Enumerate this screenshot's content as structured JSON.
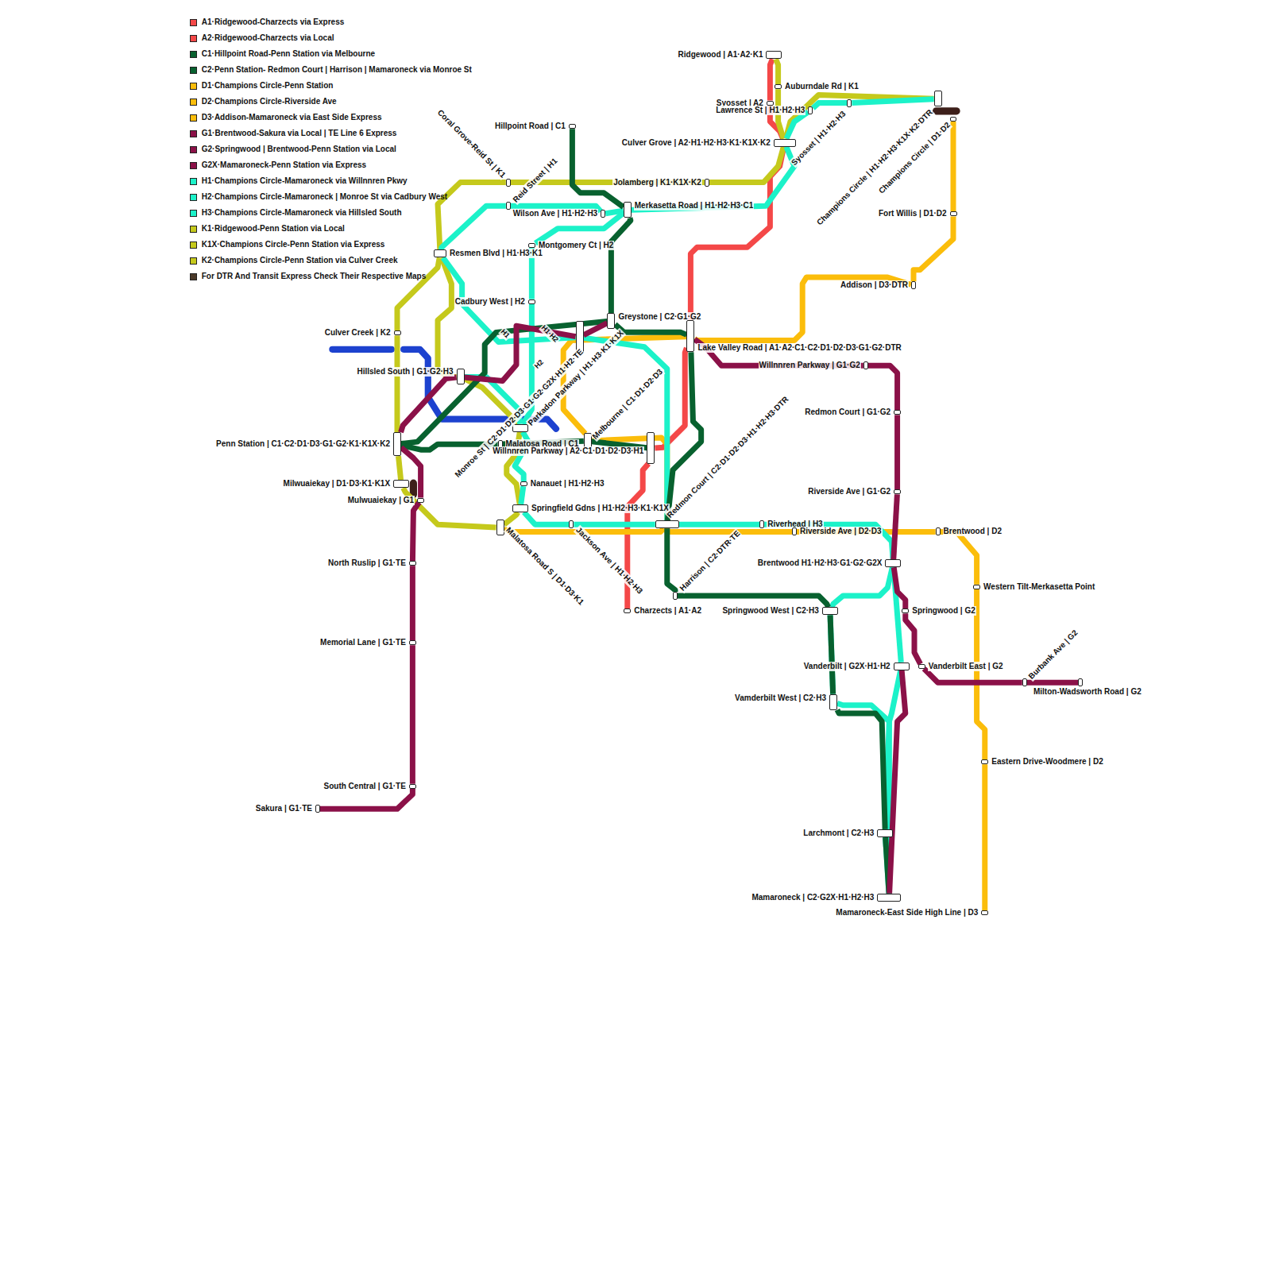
{
  "diagram": {
    "nodes": [
      {
        "text": [
          "Ridgewood | A1·A2·K1"
        ]
      },
      {
        "text": [
          "Auburndale Rd | K1"
        ]
      },
      {
        "text": [
          "Syosset | A2"
        ]
      },
      {
        "text": [
          "Lawrence St | H1·H2·H3"
        ]
      },
      {
        "text": [
          "Syosset | H1·H2·H3"
        ]
      },
      {
        "text": [
          "Champions Circle | H1·H2·H3·K1X·K2·DTR"
        ]
      },
      {
        "text": [
          "Champions Circle | D1·D2"
        ]
      },
      {
        "text": [
          "Fort Willis | D1·D2"
        ]
      },
      {
        "text": [
          "Addison | D3·DTR"
        ]
      },
      {
        "text": [
          "Hillpoint Road | C1"
        ]
      },
      {
        "text": [
          "Coral Grove-Reid St | K1"
        ]
      },
      {
        "text": [
          "Reid Street | H1"
        ]
      },
      {
        "text": [
          "Culver Grove | A2·H1·H2·H3·K1·K1X·K2"
        ]
      },
      {
        "text": [
          "Jolamberg | K1·K1X·K2"
        ]
      },
      {
        "text": [
          "Wilson Ave | H1·H2·H3"
        ]
      },
      {
        "text": [
          "Merkasetta Road | H1·H2·H3·C1"
        ]
      },
      {
        "text": [
          "Montgomery Ct | H2"
        ]
      },
      {
        "text": [
          "Resmen Blvd | H1·H3·K1"
        ]
      },
      {
        "text": [
          "Cadbury West | H2"
        ]
      },
      {
        "text": [
          "Greystone | C2·G1·G2"
        ]
      },
      {
        "text": [
          "Culver Creek | K2"
        ]
      },
      {
        "text": [
          "Lake Valley Road | A1·A2·C1·C2·D1·D2·D3·G1·G2·DTR"
        ]
      },
      {
        "text": [
          "Willnnren Parkway | G1·G2"
        ]
      },
      {
        "text": [
          "Hillsled South | G1·G2·H3"
        ]
      },
      {
        "text": [
          "Parkadon Parkway | H1·H3·K1·K1X"
        ]
      },
      {
        "text": [
          "Redmon Court | G1·G2"
        ]
      },
      {
        "text": [
          "Melbourne | C1·D1·D2·D3"
        ]
      },
      {
        "text": [
          "Malatosa Road | C1"
        ]
      },
      {
        "text": [
          "Willnnren Parkway | A2·C1·D1·D2·D3·H1"
        ]
      },
      {
        "text": [
          "Penn Station | C1·C2·D1·D3·G1·G2·K1·K1X·K2"
        ]
      },
      {
        "text": [
          "Monroe St | C2·D1·D2·D3·G1·G2·G2X·H1·H2·TE"
        ]
      },
      {
        "text": [
          "Nanauet | H1·H2·H3"
        ]
      },
      {
        "text": [
          "Milwuaiekay | D1·D3·K1·K1X"
        ]
      },
      {
        "text": [
          "Mulwuaiekay | G1"
        ]
      },
      {
        "text": [
          "Riverside Ave | G1·G2"
        ]
      },
      {
        "text": [
          "Springfield Gdns | H1·H2·H3·K1·K1X"
        ]
      },
      {
        "text": [
          "Redmon Court | C2·D1·D2·D3·H1·H2·H3·DTR"
        ]
      },
      {
        "text": [
          "Riverhead | H3"
        ]
      },
      {
        "text": [
          "Riverside Ave | D2·D3"
        ]
      },
      {
        "text": [
          "Brentwood | D2"
        ]
      },
      {
        "text": [
          "Malatosa Road S | D1·D3·K1"
        ]
      },
      {
        "text": [
          "Jackson Ave | H1·H2·H3"
        ]
      },
      {
        "text": [
          "Harrison | C2·DTR·TE"
        ]
      },
      {
        "text": [
          "Brentwood H1·H2·H3·G1·G2·G2X"
        ]
      },
      {
        "text": [
          "Western Tilt-Merkasetta Point"
        ]
      },
      {
        "text": [
          "North Ruslip | G1·TE"
        ]
      },
      {
        "text": [
          "Charzects | A1·A2"
        ]
      },
      {
        "text": [
          "Springwood West | C2·H3"
        ]
      },
      {
        "text": [
          "Springwood | G2"
        ]
      },
      {
        "text": [
          "Memorial Lane | G1·TE"
        ]
      },
      {
        "text": [
          "Vanderbilt | G2X·H1·H2"
        ]
      },
      {
        "text": [
          "Vanderbilt East | G2"
        ]
      },
      {
        "text": [
          "Burbank Ave | G2"
        ]
      },
      {
        "text": [
          "Milton-Wadsworth Road | G2"
        ]
      },
      {
        "text": [
          "Vamderbilt West | C2·H3"
        ]
      },
      {
        "text": [
          "Eastern Drive-Woodmere | D2"
        ]
      },
      {
        "text": [
          "South Central | G1·TE"
        ]
      },
      {
        "text": [
          "Sakura | G1·TE"
        ]
      },
      {
        "text": [
          "Larchmont | C2·H3"
        ]
      },
      {
        "text": [
          "Mamaroneck | C2·G2X·H1·H2·H3"
        ]
      },
      {
        "text": [
          "Mamaroneck-East Side High Line | D3"
        ]
      }
    ],
    "edges": [
      {
        "from": 0,
        "to": 2,
        "arrow": "none"
      },
      {
        "from": 2,
        "to": 12,
        "arrow": "none"
      },
      {
        "from": 12,
        "to": 21,
        "arrow": "none"
      },
      {
        "from": 21,
        "to": 28,
        "arrow": "none"
      },
      {
        "from": 28,
        "to": 46,
        "arrow": "none"
      },
      {
        "from": 0,
        "to": 1,
        "arrow": "none"
      },
      {
        "from": 1,
        "to": 12,
        "arrow": "none"
      },
      {
        "from": 5,
        "to": 12,
        "arrow": "none"
      },
      {
        "from": 12,
        "to": 13,
        "arrow": "none"
      },
      {
        "from": 13,
        "to": 10,
        "arrow": "none"
      },
      {
        "from": 10,
        "to": 17,
        "arrow": "none"
      },
      {
        "from": 17,
        "to": 20,
        "arrow": "none"
      },
      {
        "from": 20,
        "to": 29,
        "arrow": "none"
      },
      {
        "from": 17,
        "to": 23,
        "arrow": "none"
      },
      {
        "from": 23,
        "to": 30,
        "arrow": "none"
      },
      {
        "from": 30,
        "to": 35,
        "arrow": "none"
      },
      {
        "from": 35,
        "to": 40,
        "arrow": "none"
      },
      {
        "from": 40,
        "to": 32,
        "arrow": "none"
      },
      {
        "from": 32,
        "to": 29,
        "arrow": "none"
      },
      {
        "from": 6,
        "to": 7,
        "arrow": "none"
      },
      {
        "from": 7,
        "to": 8,
        "arrow": "none"
      },
      {
        "from": 8,
        "to": 21,
        "arrow": "none"
      },
      {
        "from": 21,
        "to": 26,
        "arrow": "none"
      },
      {
        "from": 26,
        "to": 36,
        "arrow": "none"
      },
      {
        "from": 36,
        "to": 38,
        "arrow": "none"
      },
      {
        "from": 38,
        "to": 39,
        "arrow": "none"
      },
      {
        "from": 39,
        "to": 44,
        "arrow": "none"
      },
      {
        "from": 44,
        "to": 55,
        "arrow": "none"
      },
      {
        "from": 55,
        "to": 60,
        "arrow": "none"
      },
      {
        "from": 36,
        "to": 40,
        "arrow": "none"
      },
      {
        "from": 5,
        "to": 4,
        "arrow": "none"
      },
      {
        "from": 4,
        "to": 3,
        "arrow": "none"
      },
      {
        "from": 3,
        "to": 12,
        "arrow": "none"
      },
      {
        "from": 12,
        "to": 15,
        "arrow": "none"
      },
      {
        "from": 15,
        "to": 14,
        "arrow": "none"
      },
      {
        "from": 14,
        "to": 11,
        "arrow": "none"
      },
      {
        "from": 11,
        "to": 17,
        "arrow": "none"
      },
      {
        "from": 15,
        "to": 16,
        "arrow": "none"
      },
      {
        "from": 16,
        "to": 18,
        "arrow": "none"
      },
      {
        "from": 18,
        "to": 30,
        "arrow": "none"
      },
      {
        "from": 23,
        "to": 30,
        "arrow": "none"
      },
      {
        "from": 17,
        "to": 24,
        "arrow": "none"
      },
      {
        "from": 24,
        "to": 36,
        "arrow": "none"
      },
      {
        "from": 36,
        "to": 37,
        "arrow": "none"
      },
      {
        "from": 37,
        "to": 43,
        "arrow": "none"
      },
      {
        "from": 43,
        "to": 50,
        "arrow": "none"
      },
      {
        "from": 50,
        "to": 59,
        "arrow": "none"
      },
      {
        "from": 43,
        "to": 47,
        "arrow": "none"
      },
      {
        "from": 47,
        "to": 54,
        "arrow": "none"
      },
      {
        "from": 54,
        "to": 58,
        "arrow": "none"
      },
      {
        "from": 58,
        "to": 59,
        "arrow": "none"
      },
      {
        "from": 30,
        "to": 31,
        "arrow": "none"
      },
      {
        "from": 31,
        "to": 35,
        "arrow": "none"
      },
      {
        "from": 35,
        "to": 41,
        "arrow": "none"
      },
      {
        "from": 41,
        "to": 36,
        "arrow": "none"
      },
      {
        "from": 9,
        "to": 15,
        "arrow": "none"
      },
      {
        "from": 15,
        "to": 19,
        "arrow": "none"
      },
      {
        "from": 19,
        "to": 21,
        "arrow": "none"
      },
      {
        "from": 21,
        "to": 36,
        "arrow": "none"
      },
      {
        "from": 36,
        "to": 42,
        "arrow": "none"
      },
      {
        "from": 42,
        "to": 47,
        "arrow": "none"
      },
      {
        "from": 47,
        "to": 54,
        "arrow": "none"
      },
      {
        "from": 54,
        "to": 58,
        "arrow": "none"
      },
      {
        "from": 58,
        "to": 59,
        "arrow": "none"
      },
      {
        "from": 19,
        "to": 29,
        "arrow": "none"
      },
      {
        "from": 29,
        "to": 27,
        "arrow": "none"
      },
      {
        "from": 27,
        "to": 26,
        "arrow": "none"
      },
      {
        "from": 26,
        "to": 28,
        "arrow": "none"
      },
      {
        "from": 21,
        "to": 22,
        "arrow": "none"
      },
      {
        "from": 22,
        "to": 25,
        "arrow": "none"
      },
      {
        "from": 25,
        "to": 34,
        "arrow": "none"
      },
      {
        "from": 34,
        "to": 43,
        "arrow": "none"
      },
      {
        "from": 43,
        "to": 48,
        "arrow": "none"
      },
      {
        "from": 48,
        "to": 51,
        "arrow": "none"
      },
      {
        "from": 51,
        "to": 52,
        "arrow": "none"
      },
      {
        "from": 52,
        "to": 53,
        "arrow": "none"
      },
      {
        "from": 50,
        "to": 59,
        "arrow": "none"
      },
      {
        "from": 19,
        "to": 24,
        "arrow": "none"
      },
      {
        "from": 24,
        "to": 23,
        "arrow": "none"
      },
      {
        "from": 23,
        "to": 29,
        "arrow": "none"
      },
      {
        "from": 29,
        "to": 33,
        "arrow": "none"
      },
      {
        "from": 33,
        "to": 45,
        "arrow": "none"
      },
      {
        "from": 45,
        "to": 49,
        "arrow": "none"
      },
      {
        "from": 49,
        "to": 56,
        "arrow": "none"
      },
      {
        "from": 56,
        "to": 57,
        "arrow": "none"
      }
    ],
    "labels": [
      "H1",
      "H1·H2",
      "H2"
    ],
    "legend": [
      {
        "text": "A1·Ridgewood-Charzects via Express",
        "color": "#f44848"
      },
      {
        "text": "A2·Ridgewood-Charzects via Local",
        "color": "#f44848"
      },
      {
        "text": "C1·Hillpoint Road-Penn Station via Melbourne",
        "color": "#08612f"
      },
      {
        "text": "C2·Penn Station- Redmon Court | Harrison | Mamaroneck via Monroe St",
        "color": "#08612f"
      },
      {
        "text": "D1·Champions Circle-Penn Station",
        "color": "#fbbd0b"
      },
      {
        "text": "D2·Champions Circle-Riverside Ave",
        "color": "#fbbd0b"
      },
      {
        "text": "D3·Addison-Mamaroneck via East Side Express",
        "color": "#fbbd0b"
      },
      {
        "text": "G1·Brentwood-Sakura via Local | TE Line 6 Express",
        "color": "#8b1148"
      },
      {
        "text": "G2·Springwood | Brentwood-Penn Station via Local",
        "color": "#8b1148"
      },
      {
        "text": "G2X·Mamaroneck-Penn Station via Express",
        "color": "#8b1148"
      },
      {
        "text": "H1·Champions Circle-Mamaroneck via Willnnren Pkwy",
        "color": "#1cf2c9"
      },
      {
        "text": "H2·Champions Circle-Mamaroneck | Monroe St via Cadbury West",
        "color": "#1cf2c9"
      },
      {
        "text": "H3·Champions Circle-Mamaroneck via Hillsled South",
        "color": "#1cf2c9"
      },
      {
        "text": "K1·Ridgewood-Penn Station via Local",
        "color": "#c5c91c"
      },
      {
        "text": "K1X·Champions Circle-Penn Station via Express",
        "color": "#c5c91c"
      },
      {
        "text": "K2·Champions Circle-Penn Station via Culver Creek",
        "color": "#c5c91c"
      },
      {
        "text": "For DTR And Transit Express Check Their Respective Maps",
        "color": "#4b3a2a"
      }
    ]
  }
}
